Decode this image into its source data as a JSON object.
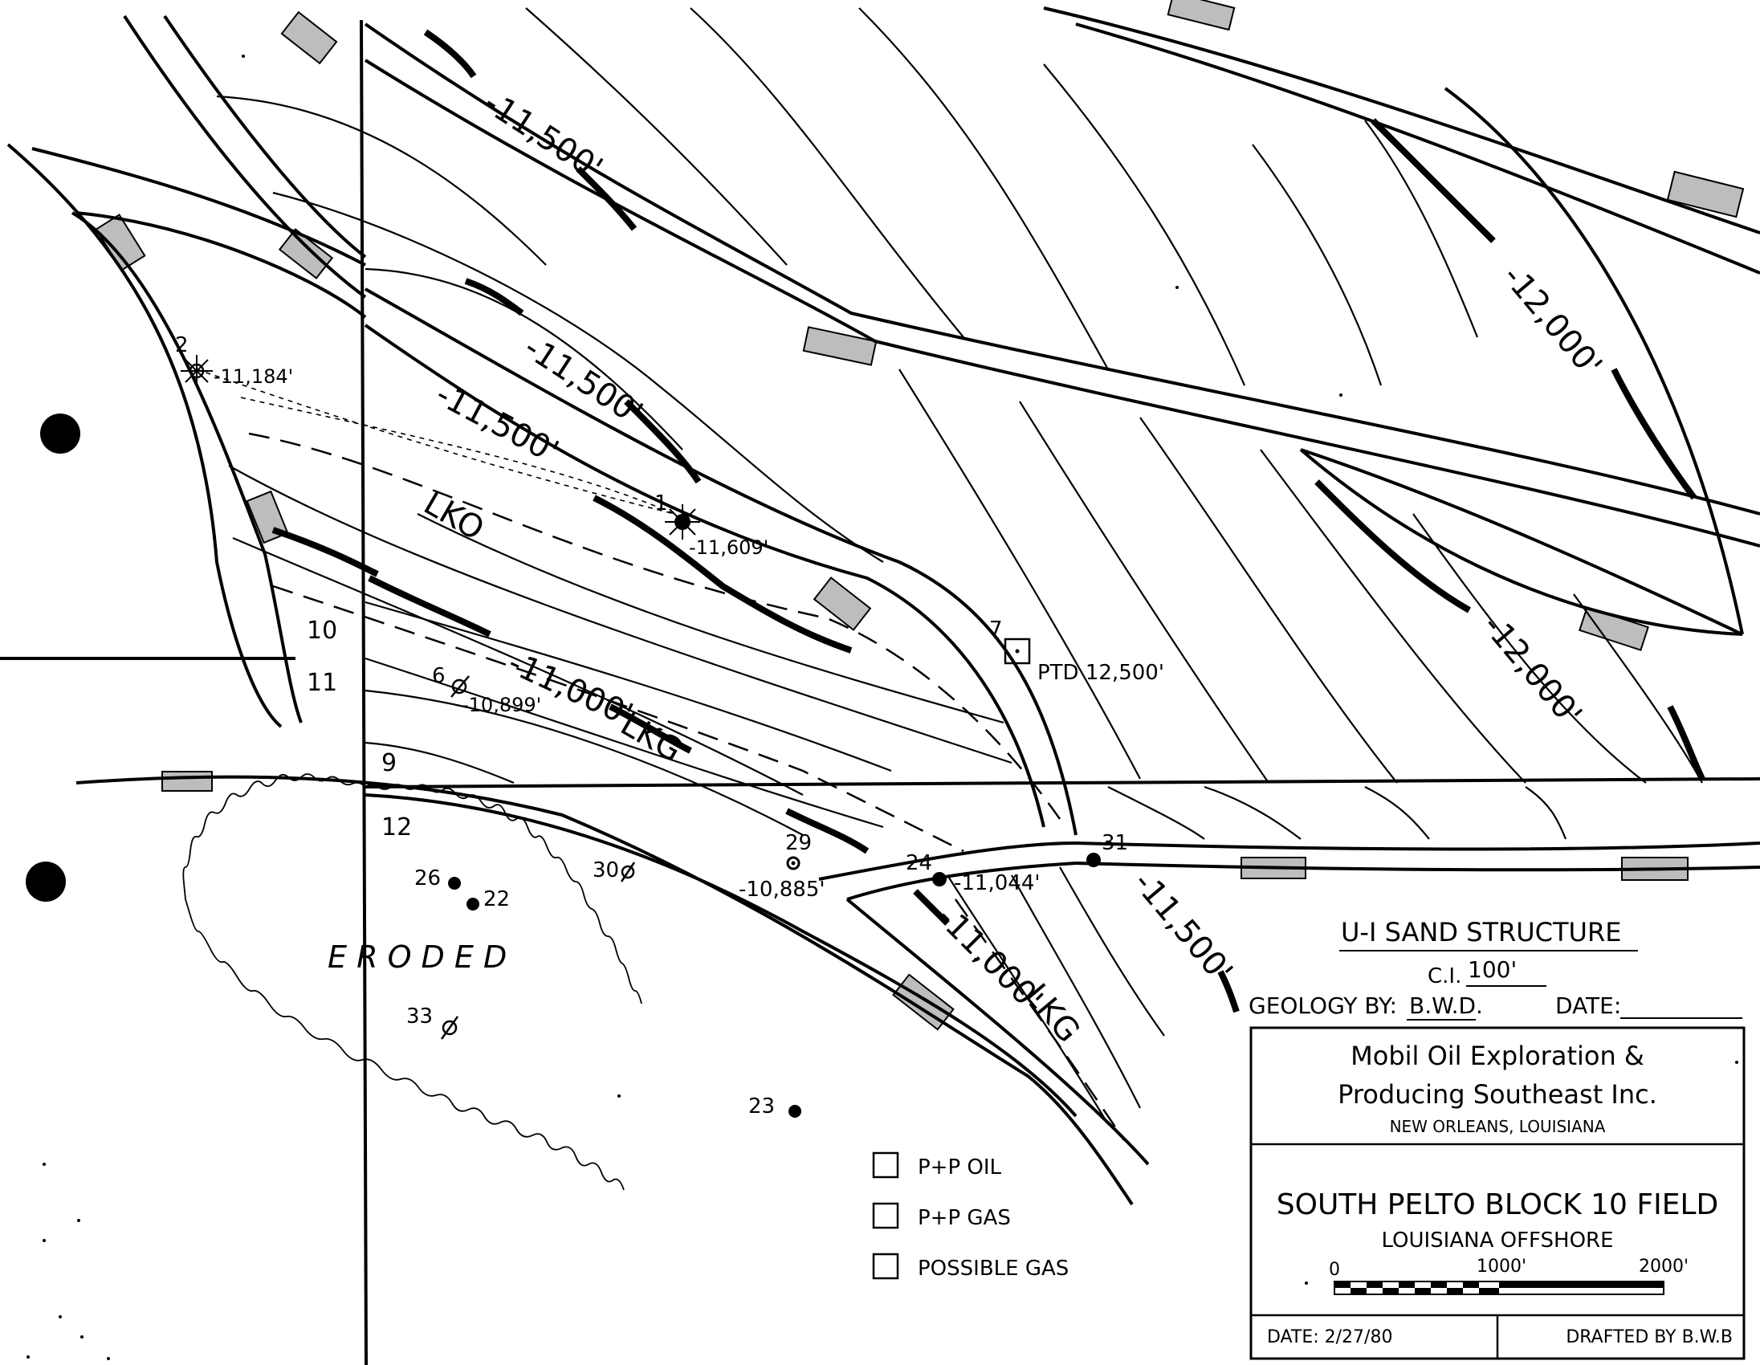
{
  "map": {
    "title": "U-I SAND STRUCTURE",
    "contour_interval_label": "C.I.",
    "contour_interval_value": "100'",
    "geology_label": "GEOLOGY BY:",
    "geology_value": "B.W.D.",
    "date_label": "DATE:",
    "eroded_label": "E R O D E D"
  },
  "title_block": {
    "company_line1": "Mobil Oil Exploration &",
    "company_line2": "Producing Southeast Inc.",
    "company_city": "NEW ORLEANS, LOUISIANA",
    "field_name": "SOUTH PELTO BLOCK 10 FIELD",
    "field_area": "LOUISIANA OFFSHORE",
    "scale_ticks": [
      "0",
      "1000'",
      "2000'"
    ],
    "date": "DATE: 2/27/80",
    "drafted": "DRAFTED BY  B.W.B"
  },
  "legend": [
    {
      "label": "P+P OIL"
    },
    {
      "label": "P+P GAS"
    },
    {
      "label": "POSSIBLE GAS"
    }
  ],
  "contour_labels": [
    {
      "text": "-11,500'"
    },
    {
      "text": "-11,500'"
    },
    {
      "text": "-11,500'"
    },
    {
      "text": "-12,000'"
    },
    {
      "text": "-12,000'"
    },
    {
      "text": "-11,000'"
    },
    {
      "text": "-11,000'"
    },
    {
      "text": "-11,500'"
    }
  ],
  "contact_labels": [
    {
      "text": "LKO"
    },
    {
      "text": "LKG"
    },
    {
      "text": "LKG"
    }
  ],
  "wells": [
    {
      "id": "2",
      "depth": "-11,184'"
    },
    {
      "id": "1",
      "depth": "-11,609'"
    },
    {
      "id": "7",
      "depth": "PTD 12,500'"
    },
    {
      "id": "6",
      "depth": "-10,899'"
    },
    {
      "id": "29",
      "depth": "-10,885'"
    },
    {
      "id": "24",
      "depth": "-11,044'"
    },
    {
      "id": "31",
      "depth": ""
    },
    {
      "id": "30",
      "depth": ""
    },
    {
      "id": "26",
      "depth": ""
    },
    {
      "id": "22",
      "depth": ""
    },
    {
      "id": "33",
      "depth": ""
    },
    {
      "id": "23",
      "depth": ""
    }
  ],
  "block_numbers": [
    "10",
    "11",
    "9",
    "12"
  ]
}
